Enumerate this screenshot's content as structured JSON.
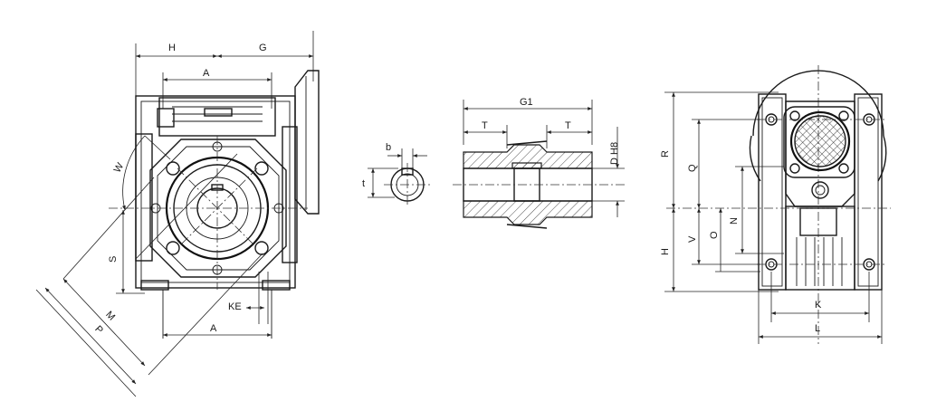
{
  "labels": {
    "H": "H",
    "G": "G",
    "A": "A",
    "W": "W",
    "S": "S",
    "M": "M",
    "P": "P",
    "KE": "KE",
    "b": "b",
    "t": "t",
    "G1": "G1",
    "T": "T",
    "D_H8": "D H8",
    "R": "R",
    "Q": "Q",
    "N": "N",
    "V": "V",
    "O": "O",
    "K": "K",
    "L": "L"
  }
}
